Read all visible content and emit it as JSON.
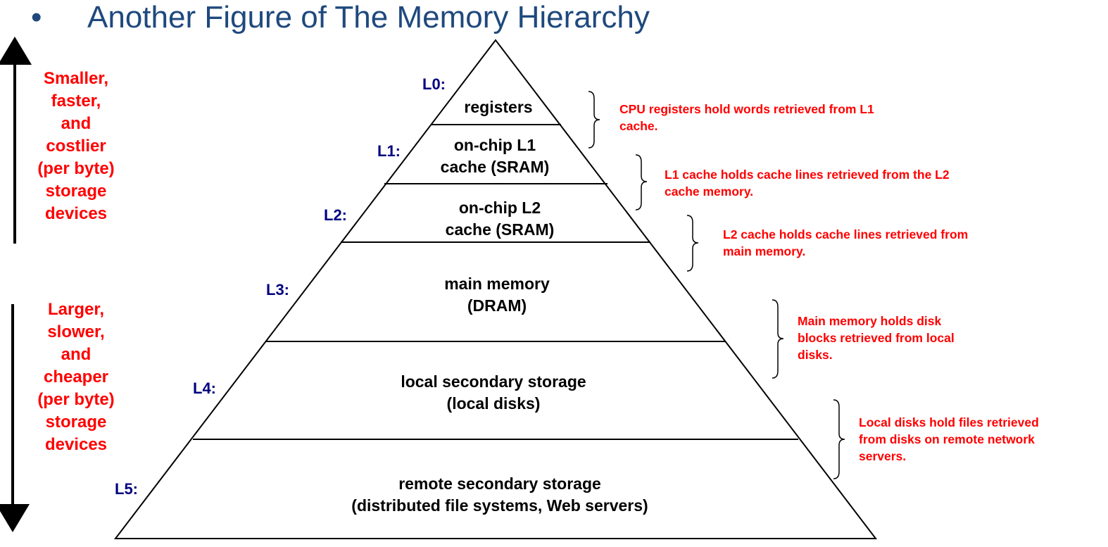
{
  "title": {
    "bullet": "•",
    "text": "Another Figure of The Memory Hierarchy"
  },
  "side_labels": {
    "top": "Smaller,\nfaster,\nand\ncostlier\n(per byte)\nstorage\ndevices",
    "bottom": "Larger,\nslower,\nand\ncheaper\n(per byte)\nstorage\ndevices"
  },
  "levels": [
    {
      "id": "L0:",
      "name": "registers",
      "note": "CPU registers hold words retrieved from L1\ncache."
    },
    {
      "id": "L1:",
      "name": "on-chip L1\ncache (SRAM)",
      "note": "L1 cache holds cache lines retrieved from the L2\ncache memory."
    },
    {
      "id": "L2:",
      "name": "on-chip L2\ncache (SRAM)",
      "note": "L2 cache holds cache lines retrieved from\nmain memory."
    },
    {
      "id": "L3:",
      "name": "main memory\n(DRAM)",
      "note": "Main memory holds disk\nblocks retrieved from local\ndisks."
    },
    {
      "id": "L4:",
      "name": "local secondary storage\n(local disks)",
      "note": "Local disks hold files retrieved\nfrom disks on remote network\nservers."
    },
    {
      "id": "L5:",
      "name": "remote secondary storage\n(distributed file systems, Web servers)"
    }
  ],
  "colors": {
    "title": "#1f497d",
    "side_text": "#ff0000",
    "level_id": "#000080",
    "note_text": "#ff0000",
    "lines": "#000000"
  }
}
